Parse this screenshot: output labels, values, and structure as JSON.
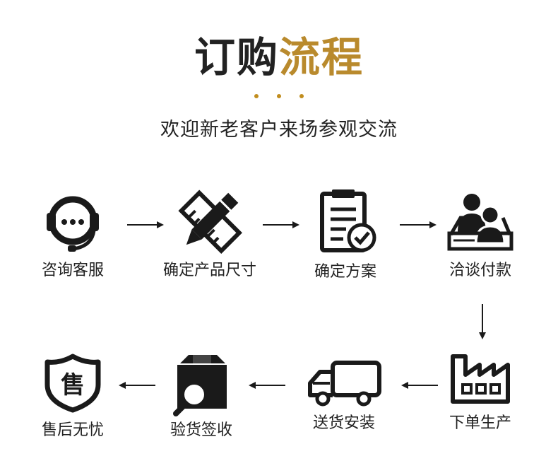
{
  "header": {
    "title_part1": "订购",
    "title_part2": "流程",
    "subtitle": "欢迎新老客户来场参观交流"
  },
  "steps": [
    {
      "label": "咨询客服",
      "icon": "headset-icon"
    },
    {
      "label": "确定产品尺寸",
      "icon": "pencil-ruler-icon"
    },
    {
      "label": "确定方案",
      "icon": "clipboard-check-icon"
    },
    {
      "label": "洽谈付款",
      "icon": "meeting-people-icon"
    },
    {
      "label": "下单生产",
      "icon": "factory-icon"
    },
    {
      "label": "送货安装",
      "icon": "delivery-truck-icon"
    },
    {
      "label": "验货签收",
      "icon": "box-magnifier-icon"
    },
    {
      "label": "售后无忧",
      "icon": "shield-icon"
    }
  ],
  "shield_char": "售",
  "colors": {
    "accent": "#b98a2d",
    "dots": "#c18d1e",
    "icon": "#1a1a1a"
  }
}
